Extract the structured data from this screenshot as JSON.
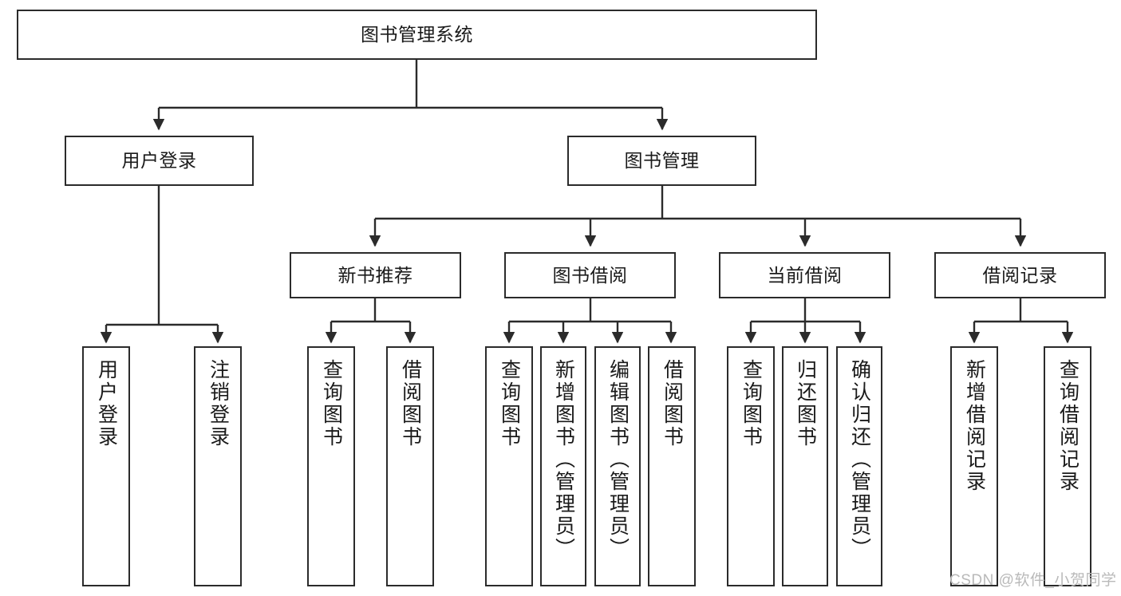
{
  "diagram": {
    "title_node": {
      "label": "图书管理系统"
    },
    "level1": [
      {
        "id": "user-login",
        "label": "用户登录"
      },
      {
        "id": "book-management",
        "label": "图书管理"
      }
    ],
    "level2": [
      {
        "id": "new-book-recommend",
        "label": "新书推荐"
      },
      {
        "id": "book-borrow",
        "label": "图书借阅"
      },
      {
        "id": "current-borrow",
        "label": "当前借阅"
      },
      {
        "id": "borrow-record",
        "label": "借阅记录"
      }
    ],
    "leaves": [
      {
        "id": "leaf-user-login",
        "label": "用户登录",
        "parent": "user-login"
      },
      {
        "id": "leaf-logout-login",
        "label": "注销登录",
        "parent": "user-login"
      },
      {
        "id": "leaf-query-book-1",
        "label": "查询图书",
        "parent": "new-book-recommend"
      },
      {
        "id": "leaf-borrow-book-1",
        "label": "借阅图书",
        "parent": "new-book-recommend"
      },
      {
        "id": "leaf-query-book-2",
        "label": "查询图书",
        "parent": "book-borrow"
      },
      {
        "id": "leaf-add-book",
        "label": "新增图书（管理员）",
        "parent": "book-borrow"
      },
      {
        "id": "leaf-edit-book",
        "label": "编辑图书（管理员）",
        "parent": "book-borrow"
      },
      {
        "id": "leaf-borrow-book-2",
        "label": "借阅图书",
        "parent": "book-borrow"
      },
      {
        "id": "leaf-query-book-3",
        "label": "查询图书",
        "parent": "current-borrow"
      },
      {
        "id": "leaf-return-book",
        "label": "归还图书",
        "parent": "current-borrow"
      },
      {
        "id": "leaf-confirm-return",
        "label": "确认归还（管理员）",
        "parent": "current-borrow"
      },
      {
        "id": "leaf-add-record",
        "label": "新增借阅记录",
        "parent": "borrow-record"
      },
      {
        "id": "leaf-query-record",
        "label": "查询借阅记录",
        "parent": "borrow-record"
      }
    ],
    "watermark": "CSDN @软件_小贺同学",
    "colors": {
      "line": "#2b2b2b",
      "box_border": "#2b2b2b",
      "box_fill": "#ffffff",
      "text": "#1a1a1a",
      "watermark": "#b9b9b9",
      "background": "#ffffff"
    }
  }
}
